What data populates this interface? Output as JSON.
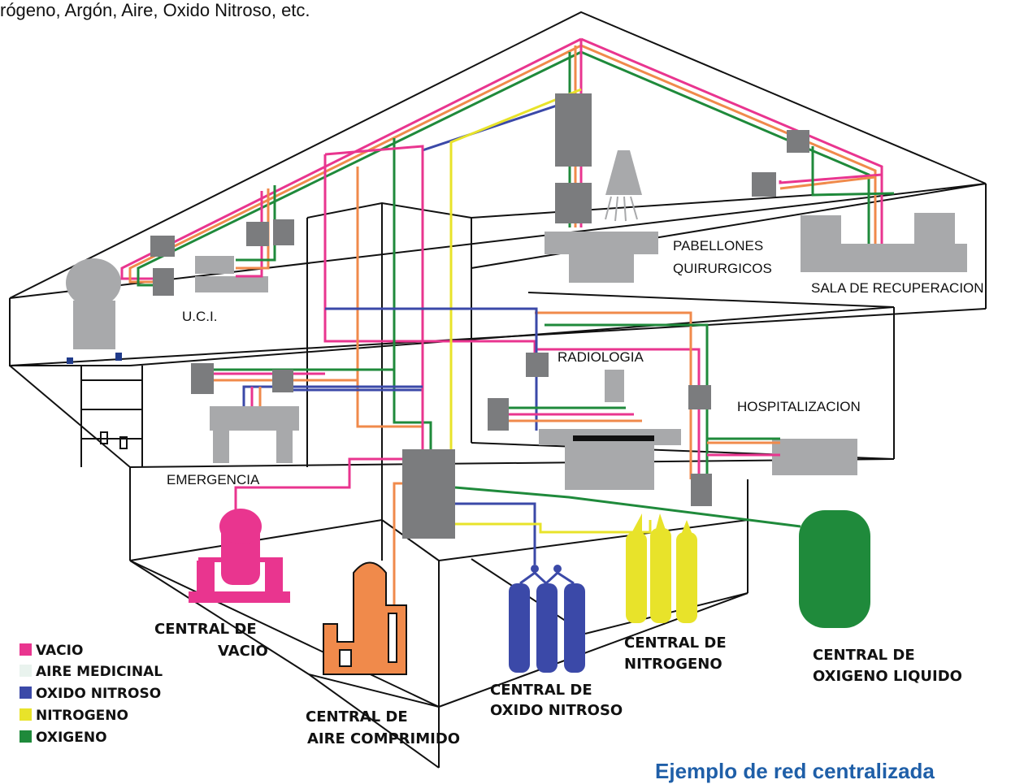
{
  "header_text": "rógeno, Argón, Aire, Oxido Nitroso, etc.",
  "caption": "Ejemplo de red centralizada",
  "colors": {
    "vacio": "#e9358f",
    "aire_medicinal": "#e9f3ee",
    "oxido_nitroso": "#3b49a8",
    "nitrogeno": "#e8e32a",
    "oxigeno": "#1f8a3b",
    "aire_comprimido": "#f08a4b",
    "equipment": "#a8a9ab",
    "terminal": "#7b7c7e"
  },
  "areas": {
    "pabellones_line1": "PABELLONES",
    "pabellones_line2": "QUIRURGICOS",
    "sala_recuperacion": "SALA DE RECUPERACION",
    "uci": "U.C.I.",
    "radiologia": "RADIOLOGIA",
    "hospitalizacion": "HOSPITALIZACION",
    "emergencia": "EMERGENCIA"
  },
  "centrals": {
    "vacio_line1": "CENTRAL DE",
    "vacio_line2": "VACIO",
    "aire_line1": "CENTRAL DE",
    "aire_line2": "AIRE COMPRIMIDO",
    "oxido_line1": "CENTRAL DE",
    "oxido_line2": "OXIDO NITROSO",
    "nitrogeno_line1": "CENTRAL DE",
    "nitrogeno_line2": "NITROGENO",
    "oxigeno_line1": "CENTRAL DE",
    "oxigeno_line2": "OXIGENO LIQUIDO"
  },
  "legend": [
    {
      "label": "VACIO",
      "color": "#e9358f"
    },
    {
      "label": "AIRE MEDICINAL",
      "color": "#e9f3ee"
    },
    {
      "label": "OXIDO NITROSO",
      "color": "#3b49a8"
    },
    {
      "label": "NITROGENO",
      "color": "#e8e32a"
    },
    {
      "label": "OXIGENO",
      "color": "#1f8a3b"
    }
  ]
}
